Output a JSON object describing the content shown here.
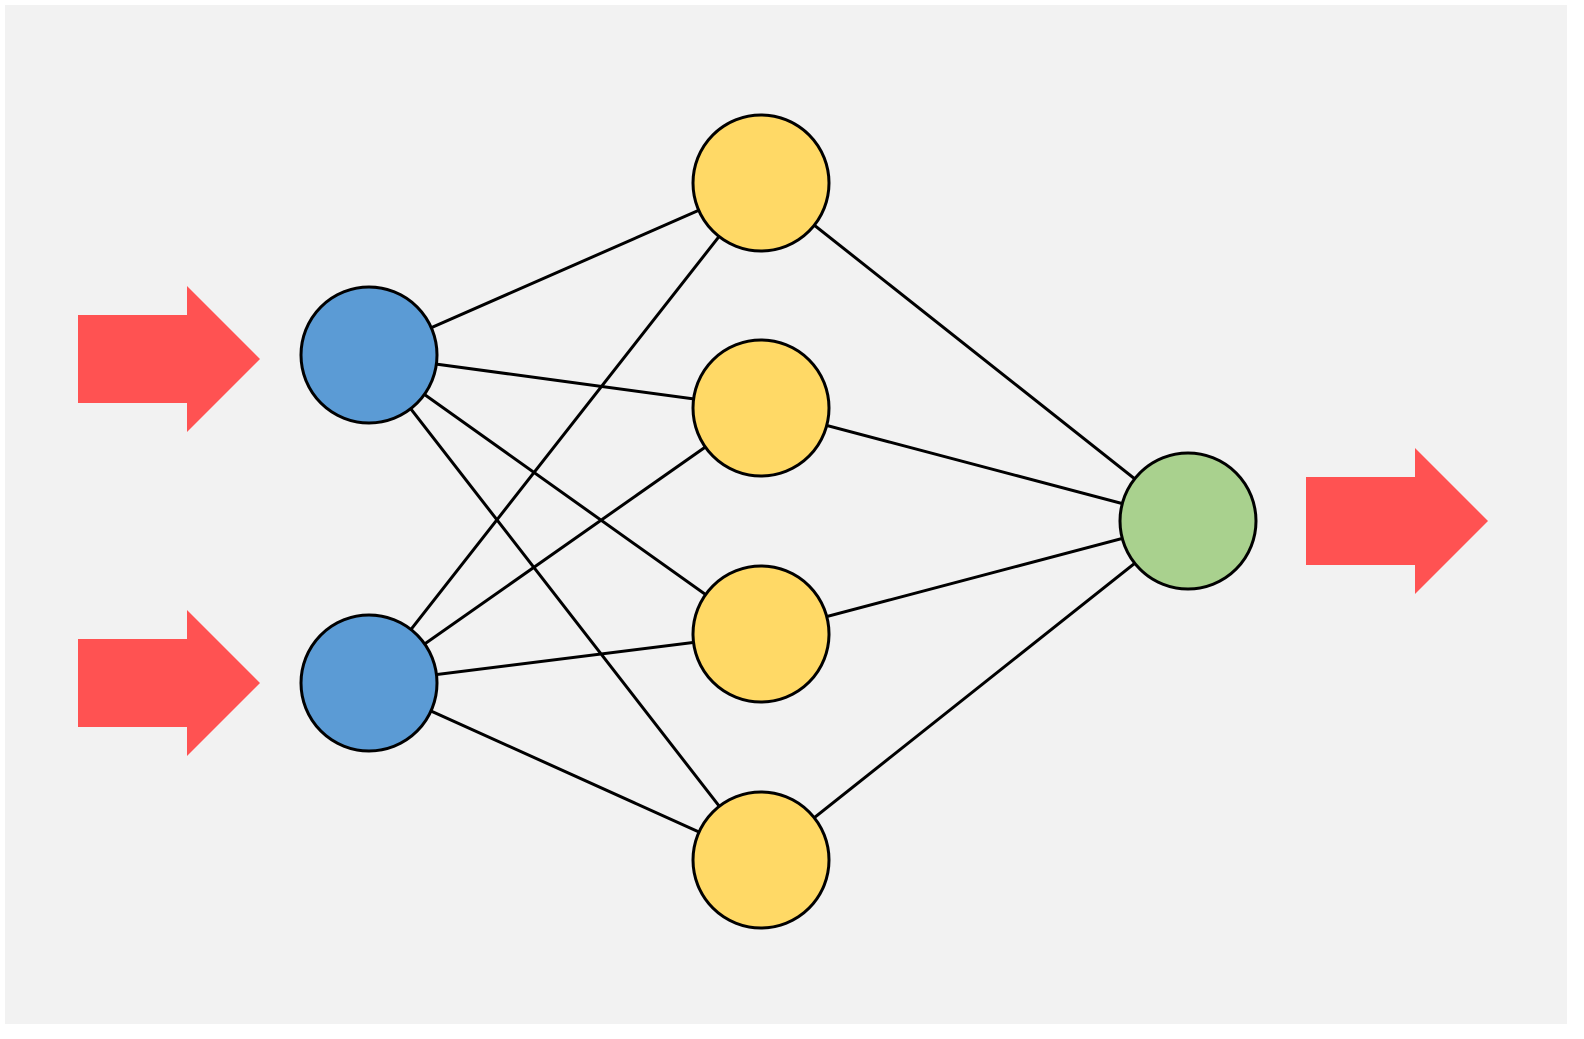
{
  "colors": {
    "background": "#f2f2f2",
    "input_node": "#5b9bd5",
    "hidden_node": "#ffd966",
    "output_node": "#a9d18e",
    "arrow": "#ff5252",
    "edge": "#000000"
  },
  "layers": {
    "input": 2,
    "hidden": 4,
    "output": 1
  },
  "edges": [
    [
      "input-0",
      "hidden-0"
    ],
    [
      "input-0",
      "hidden-1"
    ],
    [
      "input-0",
      "hidden-2"
    ],
    [
      "input-0",
      "hidden-3"
    ],
    [
      "input-1",
      "hidden-0"
    ],
    [
      "input-1",
      "hidden-1"
    ],
    [
      "input-1",
      "hidden-2"
    ],
    [
      "input-1",
      "hidden-3"
    ],
    [
      "hidden-0",
      "output-0"
    ],
    [
      "hidden-1",
      "output-0"
    ],
    [
      "hidden-2",
      "output-0"
    ],
    [
      "hidden-3",
      "output-0"
    ]
  ],
  "arrows": {
    "inputs": 2,
    "outputs": 1
  }
}
